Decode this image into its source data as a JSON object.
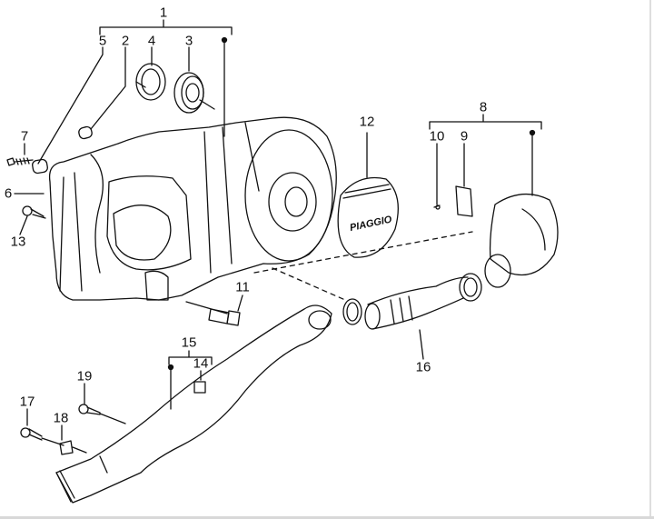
{
  "diagram": {
    "labels": [
      {
        "id": "1",
        "text": "1"
      },
      {
        "id": "2",
        "text": "2"
      },
      {
        "id": "3",
        "text": "3"
      },
      {
        "id": "4",
        "text": "4"
      },
      {
        "id": "5",
        "text": "5"
      },
      {
        "id": "6",
        "text": "6"
      },
      {
        "id": "7",
        "text": "7"
      },
      {
        "id": "8",
        "text": "8"
      },
      {
        "id": "9",
        "text": "9"
      },
      {
        "id": "10",
        "text": "10"
      },
      {
        "id": "11",
        "text": "11"
      },
      {
        "id": "12",
        "text": "12"
      },
      {
        "id": "13",
        "text": "13"
      },
      {
        "id": "14",
        "text": "14"
      },
      {
        "id": "15",
        "text": "15"
      },
      {
        "id": "16",
        "text": "16"
      },
      {
        "id": "17",
        "text": "17"
      },
      {
        "id": "18",
        "text": "18"
      },
      {
        "id": "19",
        "text": "19"
      }
    ],
    "cover_logo": "PIAGGIO"
  }
}
